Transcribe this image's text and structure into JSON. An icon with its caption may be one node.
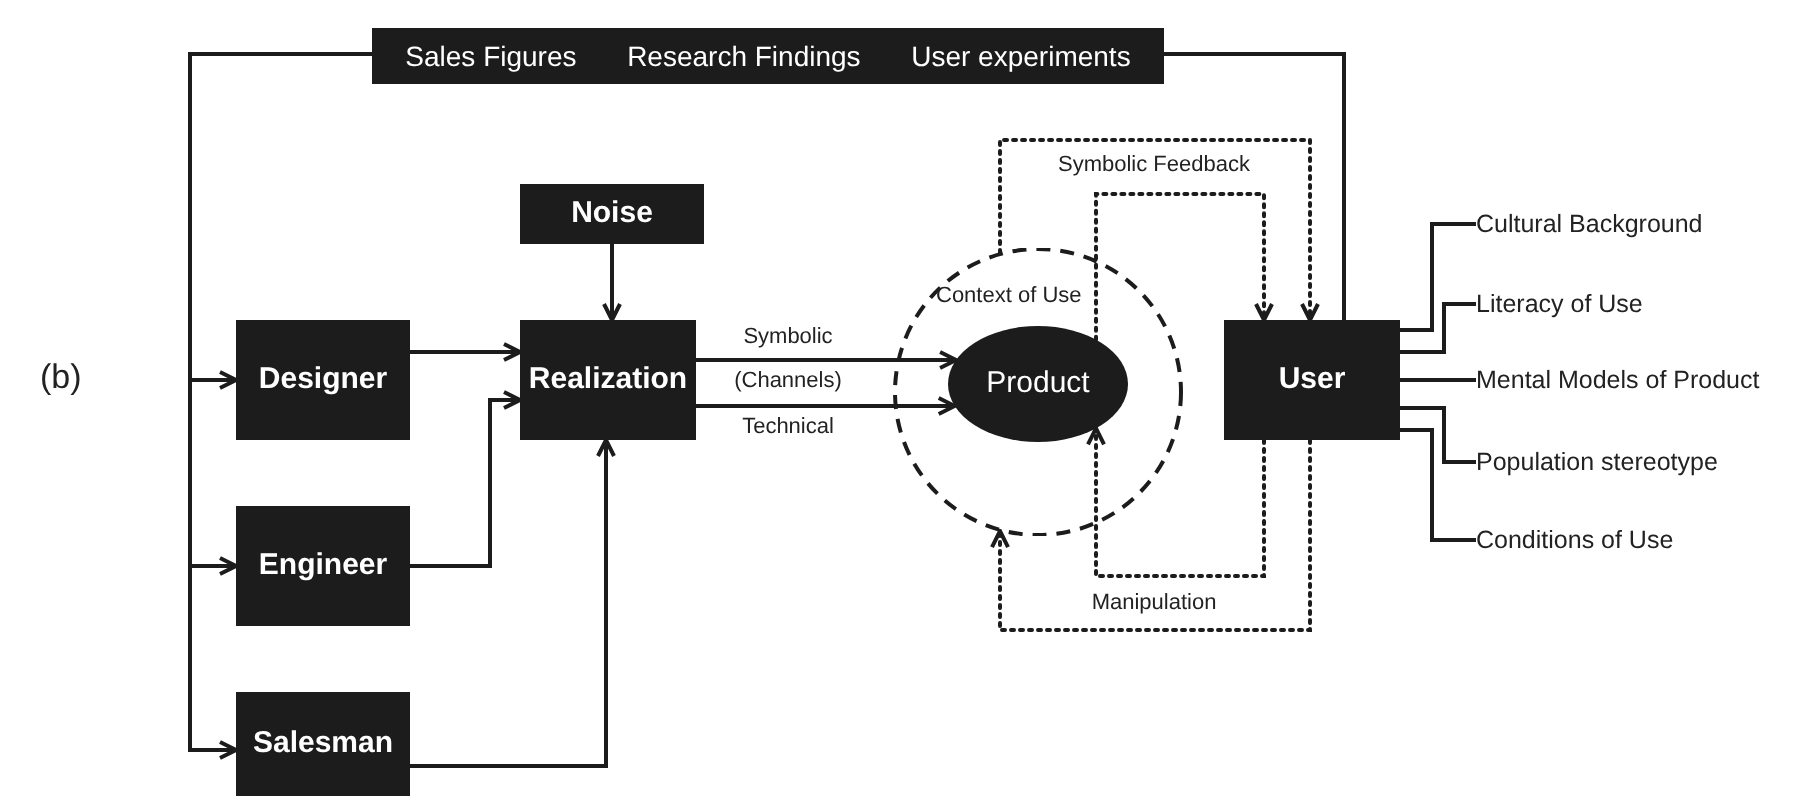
{
  "diagram": {
    "nodes": [
      {
        "text": [
          "Sales Figures",
          "Research Findings",
          "User experiments"
        ]
      },
      {
        "text": [
          "Noise"
        ]
      },
      {
        "text": [
          "Designer"
        ]
      },
      {
        "text": [
          "Realization"
        ]
      },
      {
        "text": [
          "Context of Use"
        ]
      },
      {
        "text": [
          "Product"
        ],
        "in": 4
      },
      {
        "text": [
          "User"
        ]
      },
      {
        "text": [
          "Engineer"
        ]
      },
      {
        "text": [
          "Salesman"
        ]
      },
      {
        "text": [
          "Cultural Background"
        ]
      },
      {
        "text": [
          "Literacy of Use"
        ]
      },
      {
        "text": [
          "Mental Models of Product"
        ]
      },
      {
        "text": [
          "Population stereotype"
        ]
      },
      {
        "text": [
          "Conditions of Use"
        ]
      }
    ],
    "edges": [
      {
        "from": 6,
        "to": 0,
        "arrow": "none"
      },
      {
        "from": 0,
        "to": 2,
        "arrow": "to"
      },
      {
        "from": 0,
        "to": 7,
        "arrow": "to"
      },
      {
        "from": 0,
        "to": 8,
        "arrow": "to"
      },
      {
        "from": 1,
        "to": 3,
        "arrow": "to"
      },
      {
        "from": 2,
        "to": 3,
        "arrow": "to"
      },
      {
        "from": 7,
        "to": 3,
        "arrow": "to"
      },
      {
        "from": 8,
        "to": 3,
        "arrow": "to"
      },
      {
        "from": 3,
        "to": 5,
        "arrow": "to",
        "label": "Symbolic"
      },
      {
        "from": 3,
        "to": 5,
        "arrow": "to",
        "label": "Technical"
      },
      {
        "from": 4,
        "to": 6,
        "arrow": "to",
        "style": "dashed",
        "label": "Symbolic Feedback"
      },
      {
        "from": 5,
        "to": 6,
        "arrow": "to",
        "style": "dashed"
      },
      {
        "from": 6,
        "to": 5,
        "arrow": "to",
        "style": "dashed",
        "label": "Manipulation"
      },
      {
        "from": 6,
        "to": 4,
        "arrow": "to",
        "style": "dashed"
      },
      {
        "from": 6,
        "to": 9,
        "arrow": "none"
      },
      {
        "from": 6,
        "to": 10,
        "arrow": "none"
      },
      {
        "from": 6,
        "to": 11,
        "arrow": "none"
      },
      {
        "from": 6,
        "to": 12,
        "arrow": "none"
      },
      {
        "from": 6,
        "to": 13,
        "arrow": "none"
      }
    ],
    "labels": [
      "(b)",
      "(Channels)"
    ]
  }
}
